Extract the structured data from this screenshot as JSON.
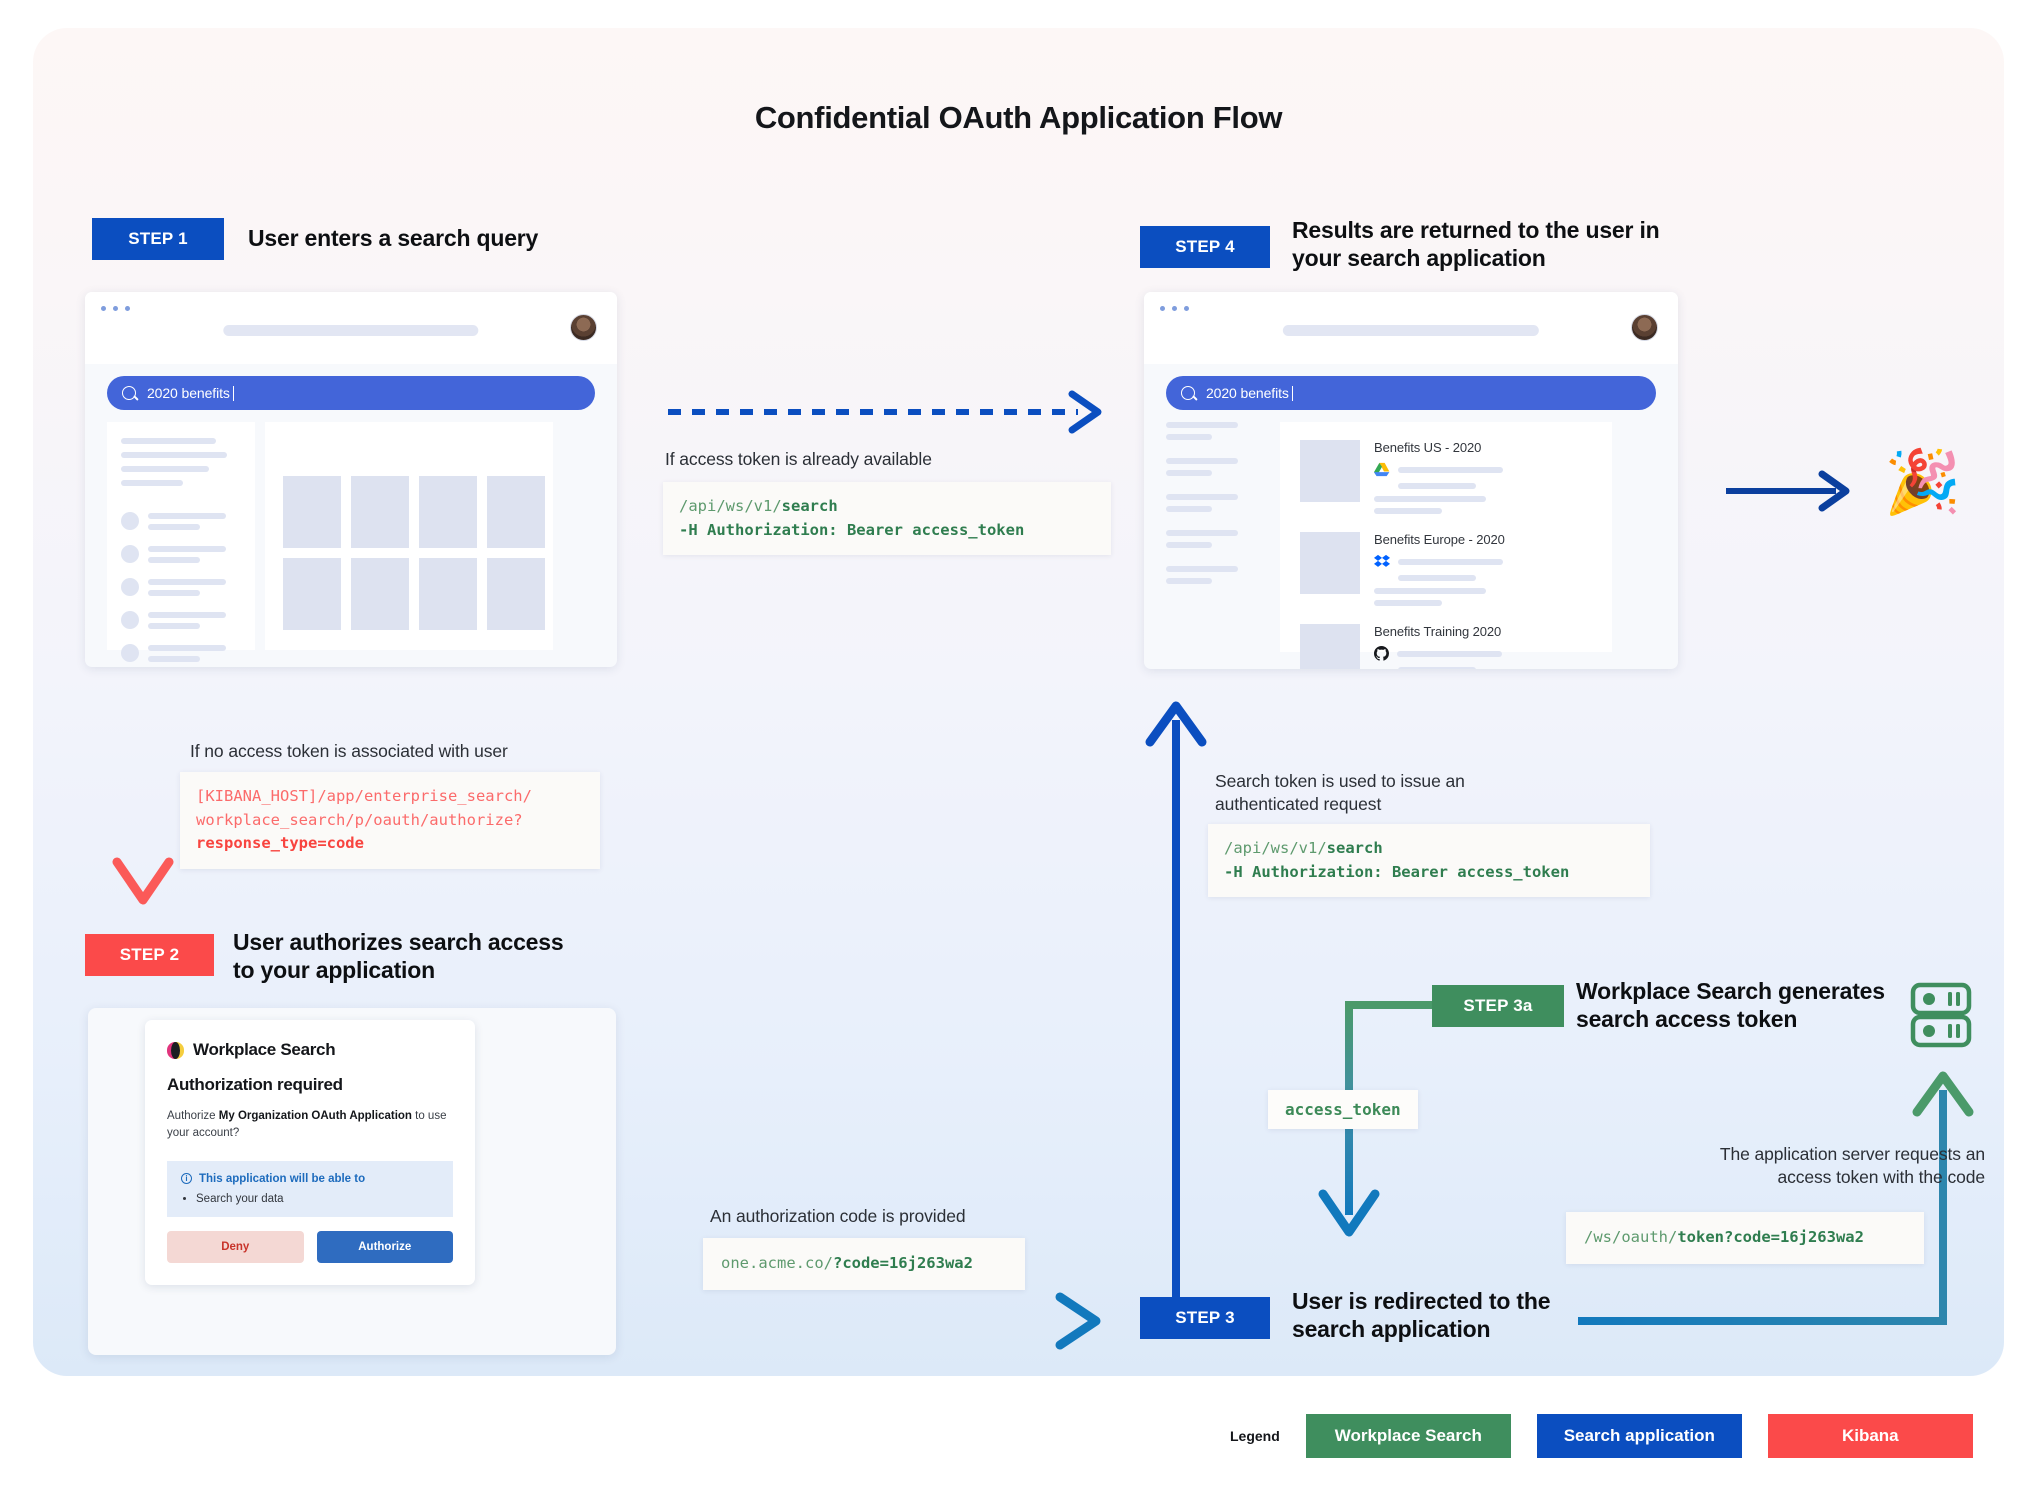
{
  "title": "Confidential OAuth Application Flow",
  "steps": {
    "step1": {
      "chip": "STEP 1",
      "label": "User enters a search query"
    },
    "step2": {
      "chip": "STEP 2",
      "label": "User authorizes search access\nto your application"
    },
    "step3": {
      "chip": "STEP 3",
      "label": "User is redirected to the\nsearch application"
    },
    "step3a": {
      "chip": "STEP 3a",
      "label": "Workplace Search generates\nsearch access token"
    },
    "step4": {
      "chip": "STEP 4",
      "label": "Results are returned to the user in\nyour search application"
    }
  },
  "search": {
    "query": "2020 benefits",
    "icon": "search-icon"
  },
  "results": [
    {
      "title": "Benefits US - 2020",
      "source_icon": "google-drive-icon"
    },
    {
      "title": "Benefits Europe - 2020",
      "source_icon": "dropbox-icon"
    },
    {
      "title": "Benefits Training 2020",
      "source_icon": "github-icon"
    }
  ],
  "notes": {
    "token_available": "If access token is already available",
    "no_token": "If no access token is associated with user",
    "auth_code": "An authorization code is provided",
    "search_token": "Search token is used to issue an\nauthenticated request",
    "server_request": "The application server requests an\naccess token with the code"
  },
  "code_blocks": {
    "search_top": {
      "dim": "/api/ws/v1/",
      "bold": "search",
      "line2": "-H Authorization: Bearer access_token"
    },
    "kibana_authorize": {
      "dim": "[KIBANA_HOST]/app/enterprise_search/\nworkplace_search/p/oauth/authorize?",
      "bold": "response_type=code"
    },
    "search_right": {
      "dim": "/api/ws/v1/",
      "bold": "search",
      "line2": "-H Authorization: Bearer access_token"
    },
    "redirect_code": {
      "dim": "one.acme.co/",
      "bold": "?code=16j263wa2"
    },
    "token_request": {
      "dim": "/ws/oauth/",
      "bold": "token?code=16j263wa2"
    },
    "access_token_chip": "access_token"
  },
  "auth_card": {
    "brand": "Workplace Search",
    "heading": "Authorization required",
    "body_pre": "Authorize ",
    "body_bold": "My Organization OAuth Application",
    "body_post": " to use your account?",
    "info_heading": "This application will be able to",
    "info_items": [
      "Search your data"
    ],
    "deny_label": "Deny",
    "authorize_label": "Authorize"
  },
  "legend": {
    "label": "Legend",
    "items": [
      {
        "label": "Workplace Search",
        "color": "#3f8e5e"
      },
      {
        "label": "Search application",
        "color": "#0b4ec0"
      },
      {
        "label": "Kibana",
        "color": "#fb4a4a"
      }
    ]
  },
  "emoji": {
    "celebration": "🎉"
  }
}
